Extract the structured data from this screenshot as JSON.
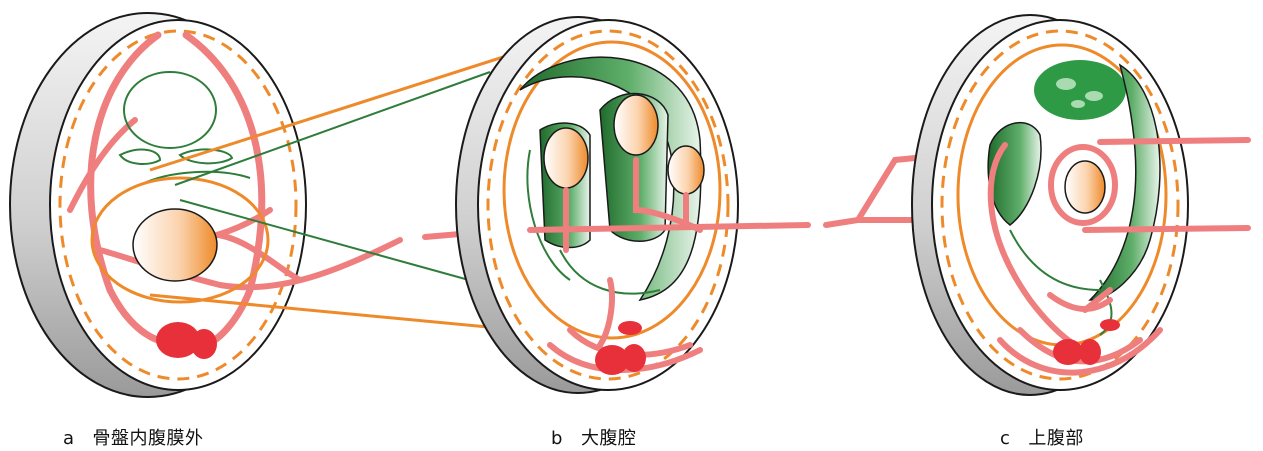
{
  "panels": [
    {
      "letter": "a",
      "caption": "骨盤内腹膜外"
    },
    {
      "letter": "b",
      "caption": "大腹腔"
    },
    {
      "letter": "c",
      "caption": "上腹部"
    }
  ],
  "colors": {
    "disc_rim": "#d9d9d9",
    "outline": "#1a1a1a",
    "peritoneum_orange": "#ee8a2a",
    "vessel_red": "#ef7f7f",
    "vessel_highlight": "#fbd0d0",
    "bowel_green": "#2f7d3a",
    "node_red": "#e8303a",
    "liver_green": "#2f9a46"
  }
}
